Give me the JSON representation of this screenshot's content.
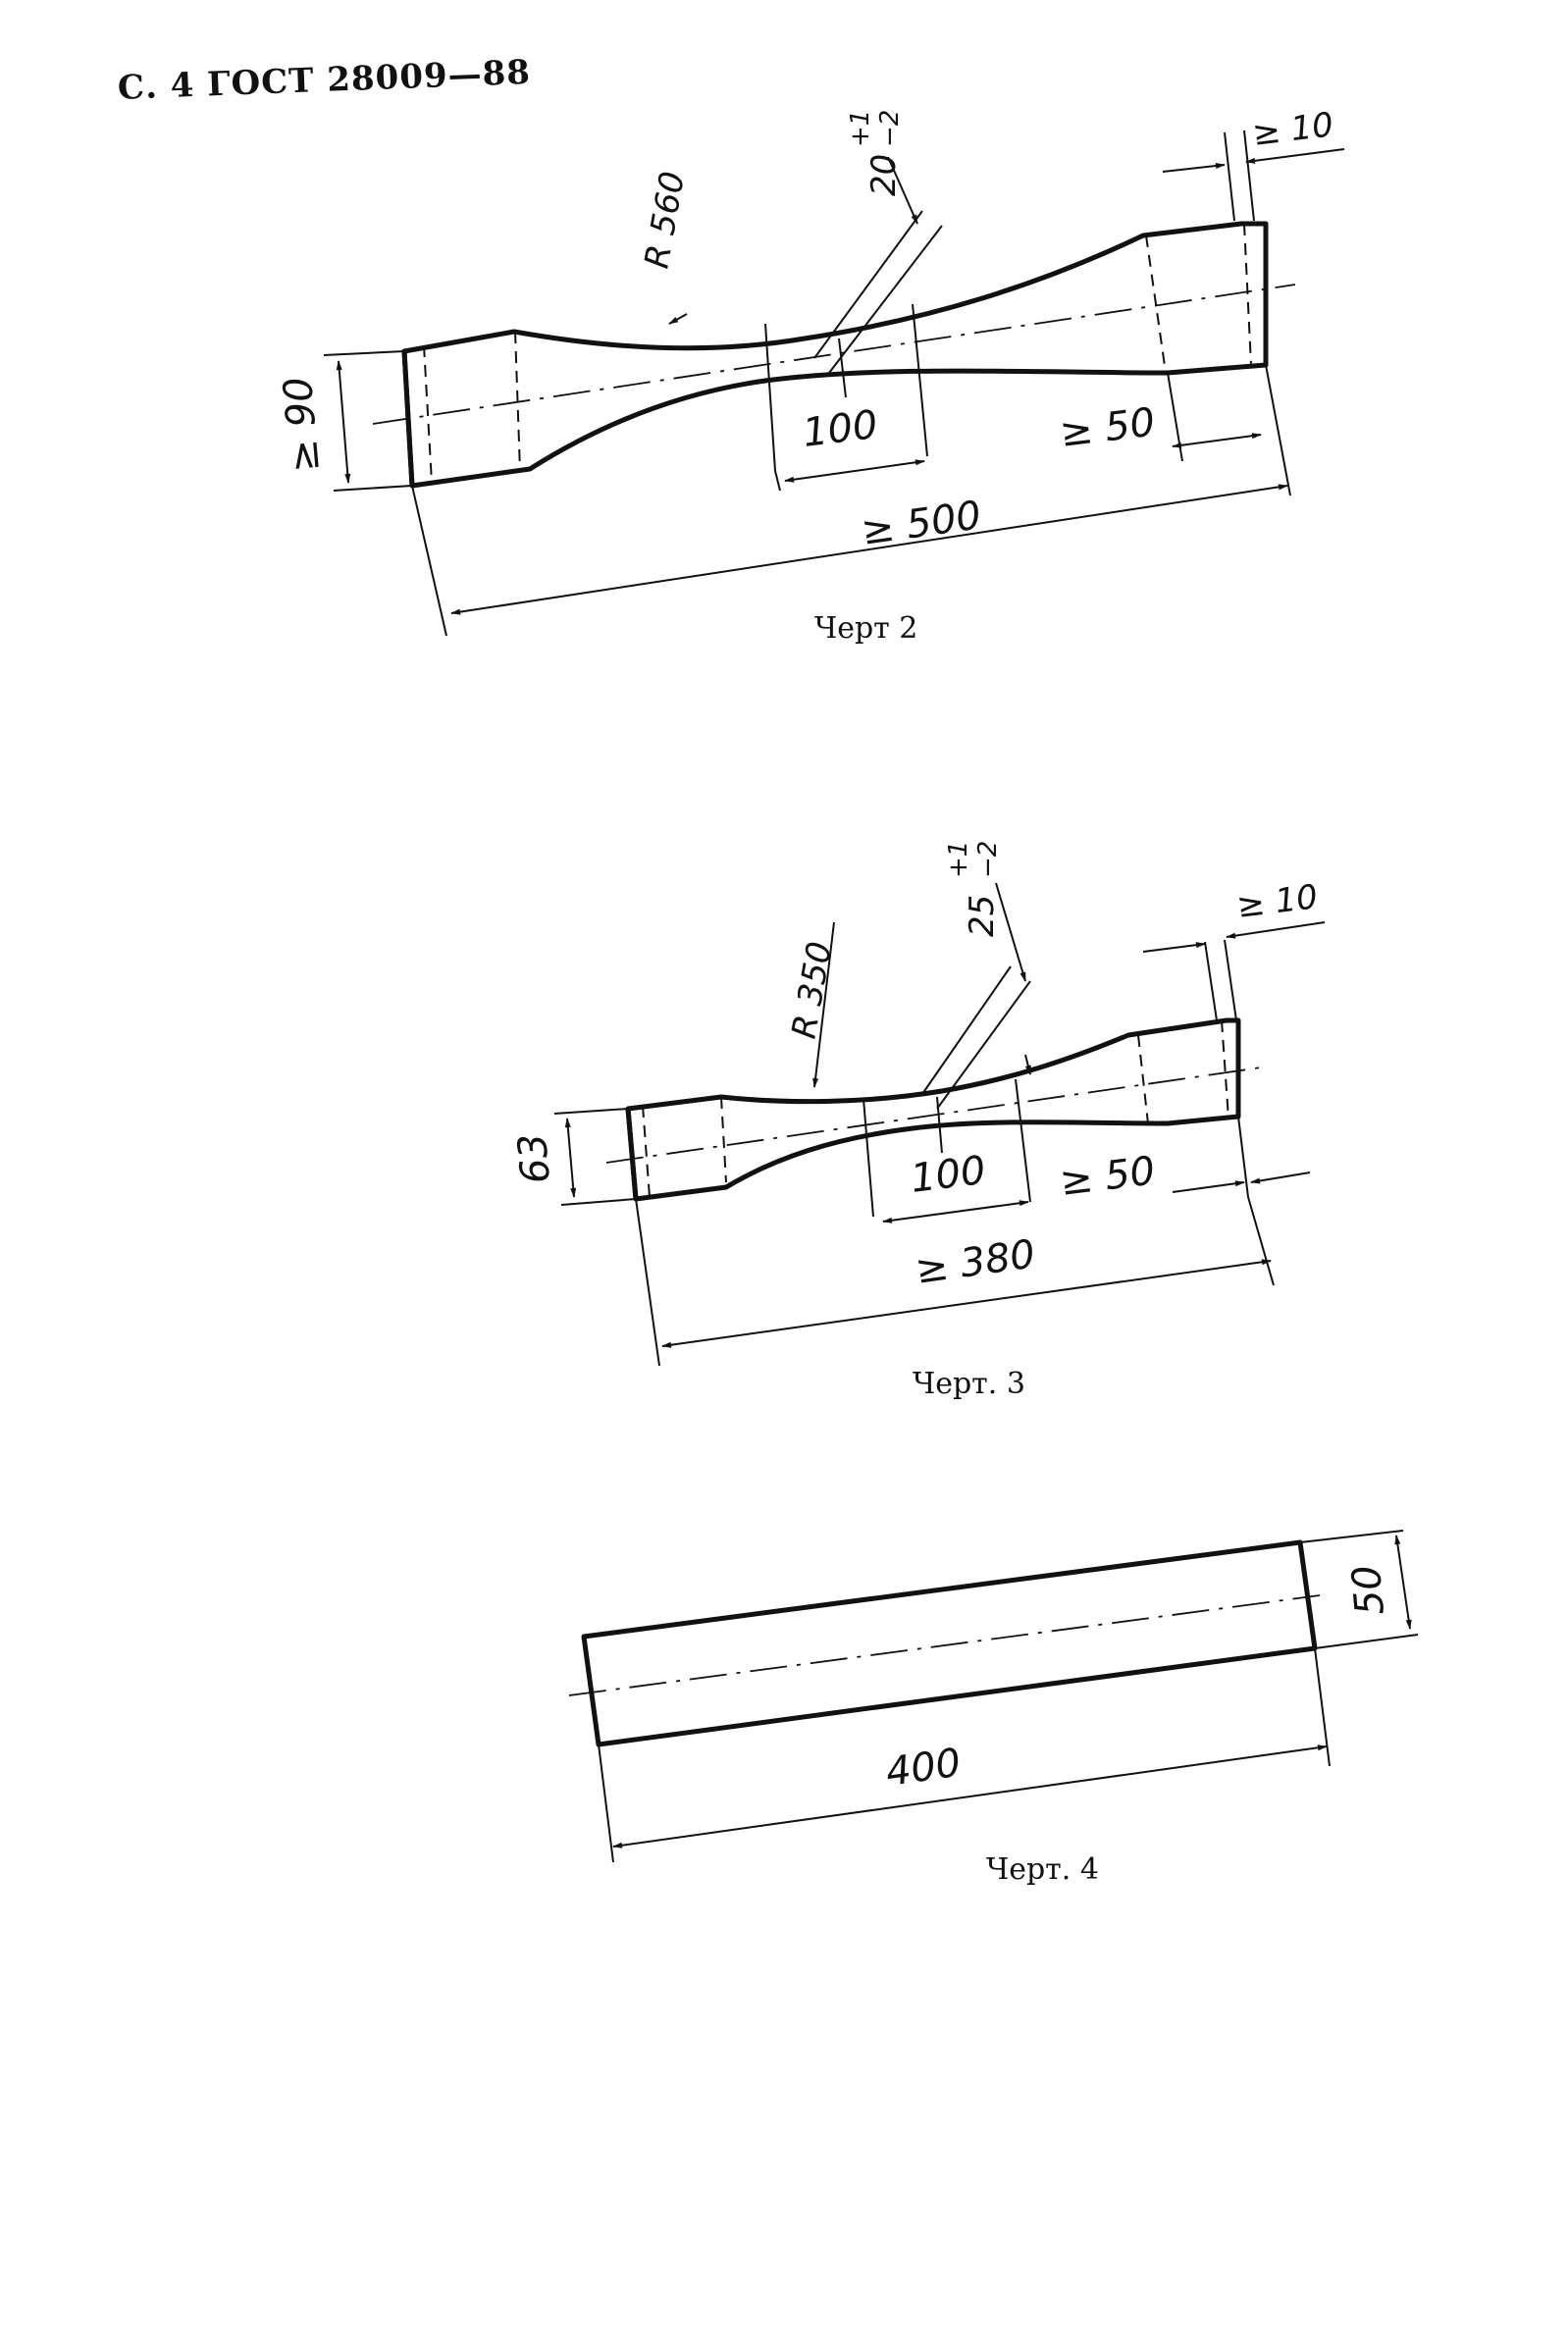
{
  "header": {
    "text": "С. 4 ГОСТ 28009—88"
  },
  "figures": [
    {
      "caption": "Черт 2",
      "dims": {
        "radius": "R 560",
        "width_mid": "20",
        "tol_plus": "+1",
        "tol_minus": "−2",
        "end_gap": "≥ 10",
        "height": "≥ 90",
        "gauge": "100",
        "grip": "≥ 50",
        "total": "≥ 500"
      }
    },
    {
      "caption": "Черт. 3",
      "dims": {
        "radius": "R 350",
        "width_mid": "25",
        "tol_plus": "+1",
        "tol_minus": "−2",
        "end_gap": "≥ 10",
        "height": "63",
        "gauge": "100",
        "grip": "≥ 50",
        "total": "≥ 380"
      }
    },
    {
      "caption": "Черт. 4",
      "dims": {
        "height": "50",
        "length": "400"
      }
    }
  ]
}
